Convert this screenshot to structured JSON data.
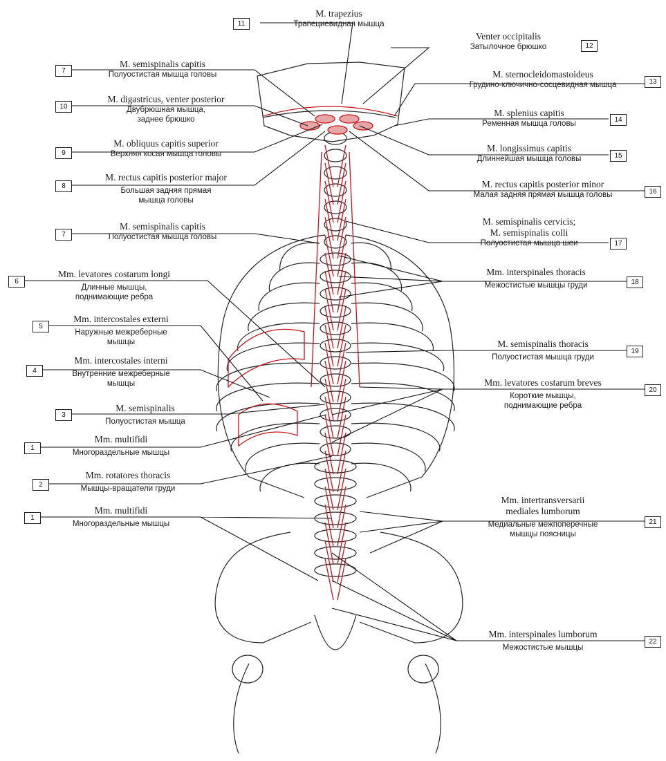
{
  "labels": [
    {
      "num": "11",
      "latin": "M. trapezius",
      "russian": "Трапециевидная мышца"
    },
    {
      "num": "12",
      "latin": "Venter occipitalis",
      "russian": "Затылочное брюшко"
    },
    {
      "num": "7",
      "latin": "M. semispinalis capitis",
      "russian": "Полуостистая мышца головы"
    },
    {
      "num": "13",
      "latin": "M. sternocleidomastoideus",
      "russian": "Грудино-ключично-сосцевидная мышца"
    },
    {
      "num": "10",
      "latin": "M. digastricus, venter posterior",
      "russian": "Двубрюшная мышца,\nзаднее брюшко"
    },
    {
      "num": "14",
      "latin": "M. splenius capitis",
      "russian": "Ременная мышца головы"
    },
    {
      "num": "9",
      "latin": "M. obliquus capitis superior",
      "russian": "Верхняя косая мышца головы"
    },
    {
      "num": "15",
      "latin": "M. longissimus capitis",
      "russian": "Длиннейшая мышца головы"
    },
    {
      "num": "8",
      "latin": "M. rectus capitis posterior major",
      "russian": "Большая задняя прямая\nмышца головы"
    },
    {
      "num": "16",
      "latin": "M. rectus capitis posterior minor",
      "russian": "Малая задняя прямая мышца головы"
    },
    {
      "num": "7",
      "latin": "M. semispinalis capitis",
      "russian": "Полуостистая мышца головы"
    },
    {
      "num": "17",
      "latin": "M. semispinalis cervicis;\nM. semispinalis colli",
      "russian": "Полуостистая мышца шеи"
    },
    {
      "num": "6",
      "latin": "Mm. levatores costarum longi",
      "russian": "Длинные мышцы,\nподнимающие ребра"
    },
    {
      "num": "18",
      "latin": "Mm. interspinales thoracis",
      "russian": "Межостистые мышцы груди"
    },
    {
      "num": "5",
      "latin": "Mm. intercostales externi",
      "russian": "Наружные межреберные\nмышцы"
    },
    {
      "num": "19",
      "latin": "M. semispinalis thoracis",
      "russian": "Полуостистая мышца груди"
    },
    {
      "num": "4",
      "latin": "Mm. intercostales interni",
      "russian": "Внутренние межреберные\nмышцы"
    },
    {
      "num": "20",
      "latin": "Mm. levatores costarum breves",
      "russian": "Короткие мышцы,\nподнимающие ребра"
    },
    {
      "num": "3",
      "latin": "M. semispinalis",
      "russian": "Полуостистая мышца"
    },
    {
      "num": "1",
      "latin": "Mm. multifidi",
      "russian": "Многораздельные мышцы"
    },
    {
      "num": "2",
      "latin": "Mm. rotatores thoracis",
      "russian": "Мышцы-вращатели груди"
    },
    {
      "num": "1",
      "latin": "Mm. multifidi",
      "russian": "Многораздельные мышцы"
    },
    {
      "num": "21",
      "latin": "Mm. intertransversarii\nmediales lumborum",
      "russian": "Медиальные межпоперечные\nмышцы поясницы"
    },
    {
      "num": "22",
      "latin": "Mm. interspinales lumborum",
      "russian": "Межостистые мышцы"
    }
  ],
  "colors": {
    "muscle": "#c8141e",
    "outline": "#222222",
    "leader": "#111111"
  }
}
